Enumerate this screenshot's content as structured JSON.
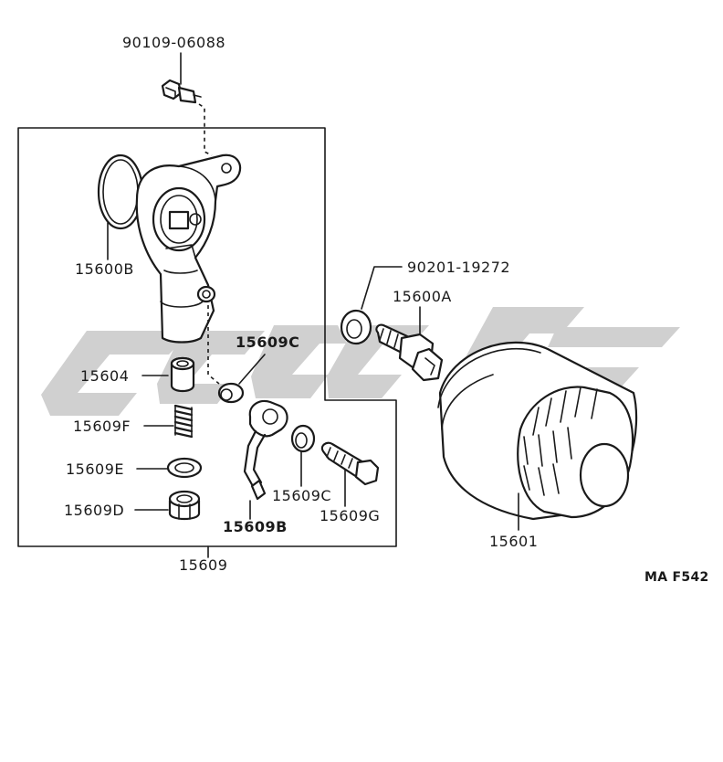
{
  "parts": {
    "drain_plug_label": "90109-06088",
    "bracket_label": "15600B",
    "union_bolt_label": "90201-19272",
    "union_label": "15600A",
    "check_valve_gasket_label": "15609C",
    "valve_label": "15604",
    "spring_label": "15609F",
    "gasket_e_label": "15609E",
    "plug_d_label": "15609D",
    "tube_label": "15609B",
    "gasket_c2_label": "15609C",
    "bolt_g_label": "15609G",
    "filter_label": "15601",
    "kit_label": "15609"
  },
  "figure_code": "MA F542",
  "watermark": {
    "color": "#c8c8c8"
  }
}
